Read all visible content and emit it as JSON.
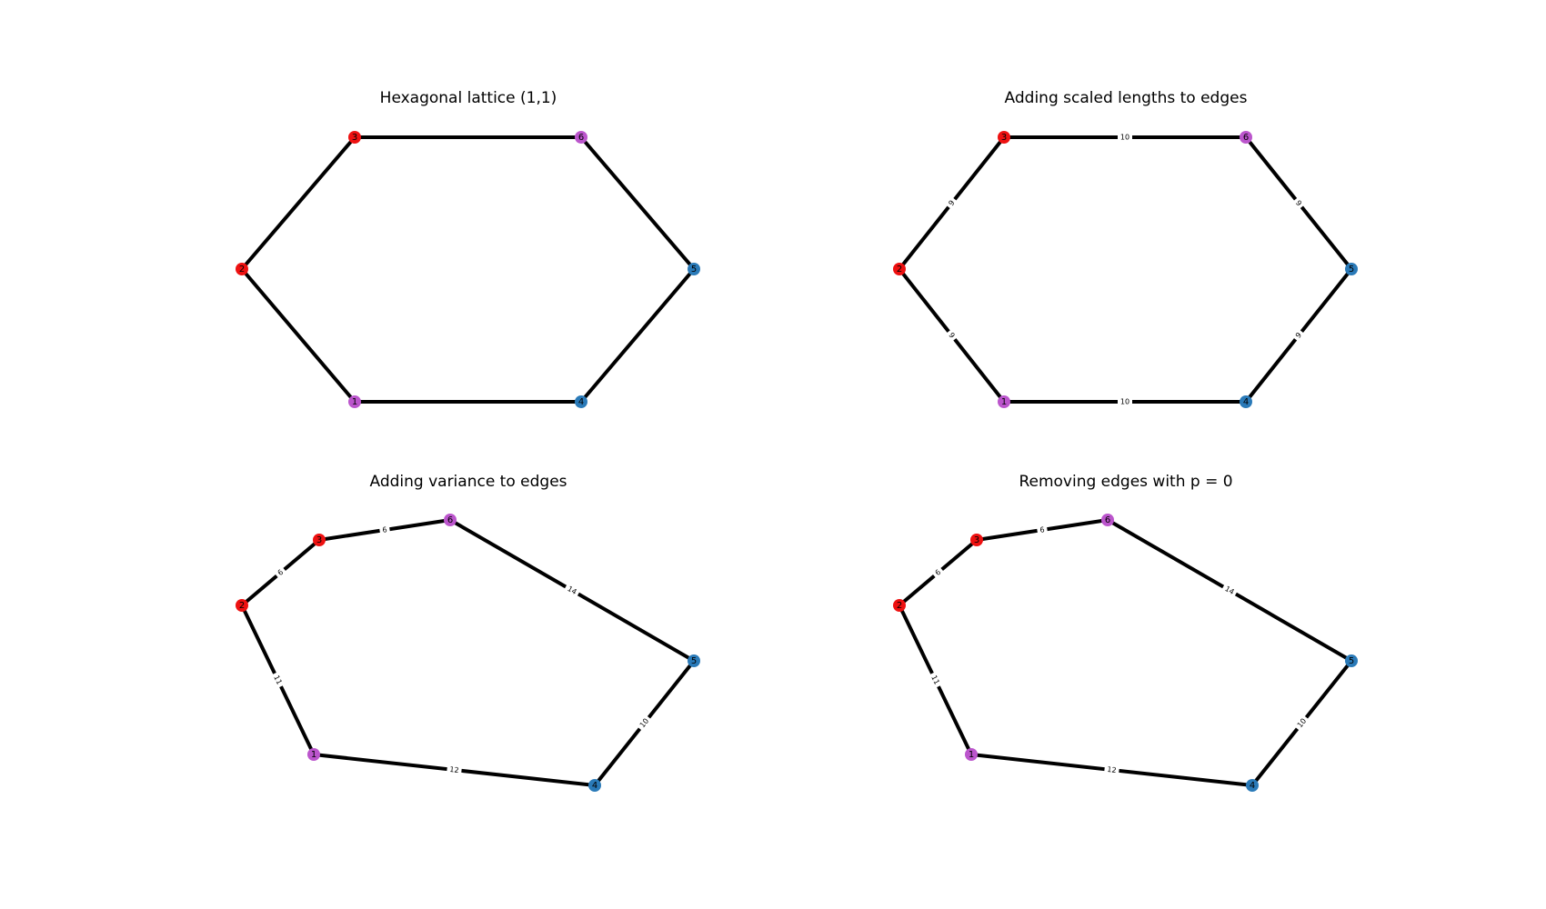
{
  "colors": {
    "red": "#ee1111",
    "purple": "#bb55cc",
    "blue": "#2a7ab8",
    "edge": "#000000"
  },
  "panels": [
    {
      "title": "Hexagonal lattice (1,1)",
      "nodes": [
        {
          "id": "1",
          "color": "purple"
        },
        {
          "id": "2",
          "color": "red"
        },
        {
          "id": "3",
          "color": "red"
        },
        {
          "id": "4",
          "color": "blue"
        },
        {
          "id": "5",
          "color": "blue"
        },
        {
          "id": "6",
          "color": "purple"
        }
      ],
      "edges": [
        {
          "from": "3",
          "to": "6",
          "label": ""
        },
        {
          "from": "6",
          "to": "5",
          "label": ""
        },
        {
          "from": "5",
          "to": "4",
          "label": ""
        },
        {
          "from": "4",
          "to": "1",
          "label": ""
        },
        {
          "from": "1",
          "to": "2",
          "label": ""
        },
        {
          "from": "2",
          "to": "3",
          "label": ""
        }
      ]
    },
    {
      "title": "Adding scaled lengths to edges",
      "nodes": [
        {
          "id": "1",
          "color": "purple"
        },
        {
          "id": "2",
          "color": "red"
        },
        {
          "id": "3",
          "color": "red"
        },
        {
          "id": "4",
          "color": "blue"
        },
        {
          "id": "5",
          "color": "blue"
        },
        {
          "id": "6",
          "color": "purple"
        }
      ],
      "edges": [
        {
          "from": "3",
          "to": "6",
          "label": "10"
        },
        {
          "from": "6",
          "to": "5",
          "label": "9"
        },
        {
          "from": "5",
          "to": "4",
          "label": "9"
        },
        {
          "from": "4",
          "to": "1",
          "label": "10"
        },
        {
          "from": "1",
          "to": "2",
          "label": "9"
        },
        {
          "from": "2",
          "to": "3",
          "label": "9"
        }
      ]
    },
    {
      "title": "Adding variance to edges",
      "nodes": [
        {
          "id": "1",
          "color": "purple"
        },
        {
          "id": "2",
          "color": "red"
        },
        {
          "id": "3",
          "color": "red"
        },
        {
          "id": "4",
          "color": "blue"
        },
        {
          "id": "5",
          "color": "blue"
        },
        {
          "id": "6",
          "color": "purple"
        }
      ],
      "edges": [
        {
          "from": "3",
          "to": "6",
          "label": "6"
        },
        {
          "from": "6",
          "to": "5",
          "label": "14"
        },
        {
          "from": "5",
          "to": "4",
          "label": "10"
        },
        {
          "from": "4",
          "to": "1",
          "label": "12"
        },
        {
          "from": "1",
          "to": "2",
          "label": "11"
        },
        {
          "from": "2",
          "to": "3",
          "label": "6"
        }
      ]
    },
    {
      "title": "Removing edges with p = 0",
      "nodes": [
        {
          "id": "1",
          "color": "purple"
        },
        {
          "id": "2",
          "color": "red"
        },
        {
          "id": "3",
          "color": "red"
        },
        {
          "id": "4",
          "color": "blue"
        },
        {
          "id": "5",
          "color": "blue"
        },
        {
          "id": "6",
          "color": "purple"
        }
      ],
      "edges": [
        {
          "from": "3",
          "to": "6",
          "label": "6"
        },
        {
          "from": "6",
          "to": "5",
          "label": "14"
        },
        {
          "from": "5",
          "to": "4",
          "label": "10"
        },
        {
          "from": "4",
          "to": "1",
          "label": "12"
        },
        {
          "from": "1",
          "to": "2",
          "label": "11"
        },
        {
          "from": "2",
          "to": "3",
          "label": "6"
        }
      ]
    }
  ]
}
